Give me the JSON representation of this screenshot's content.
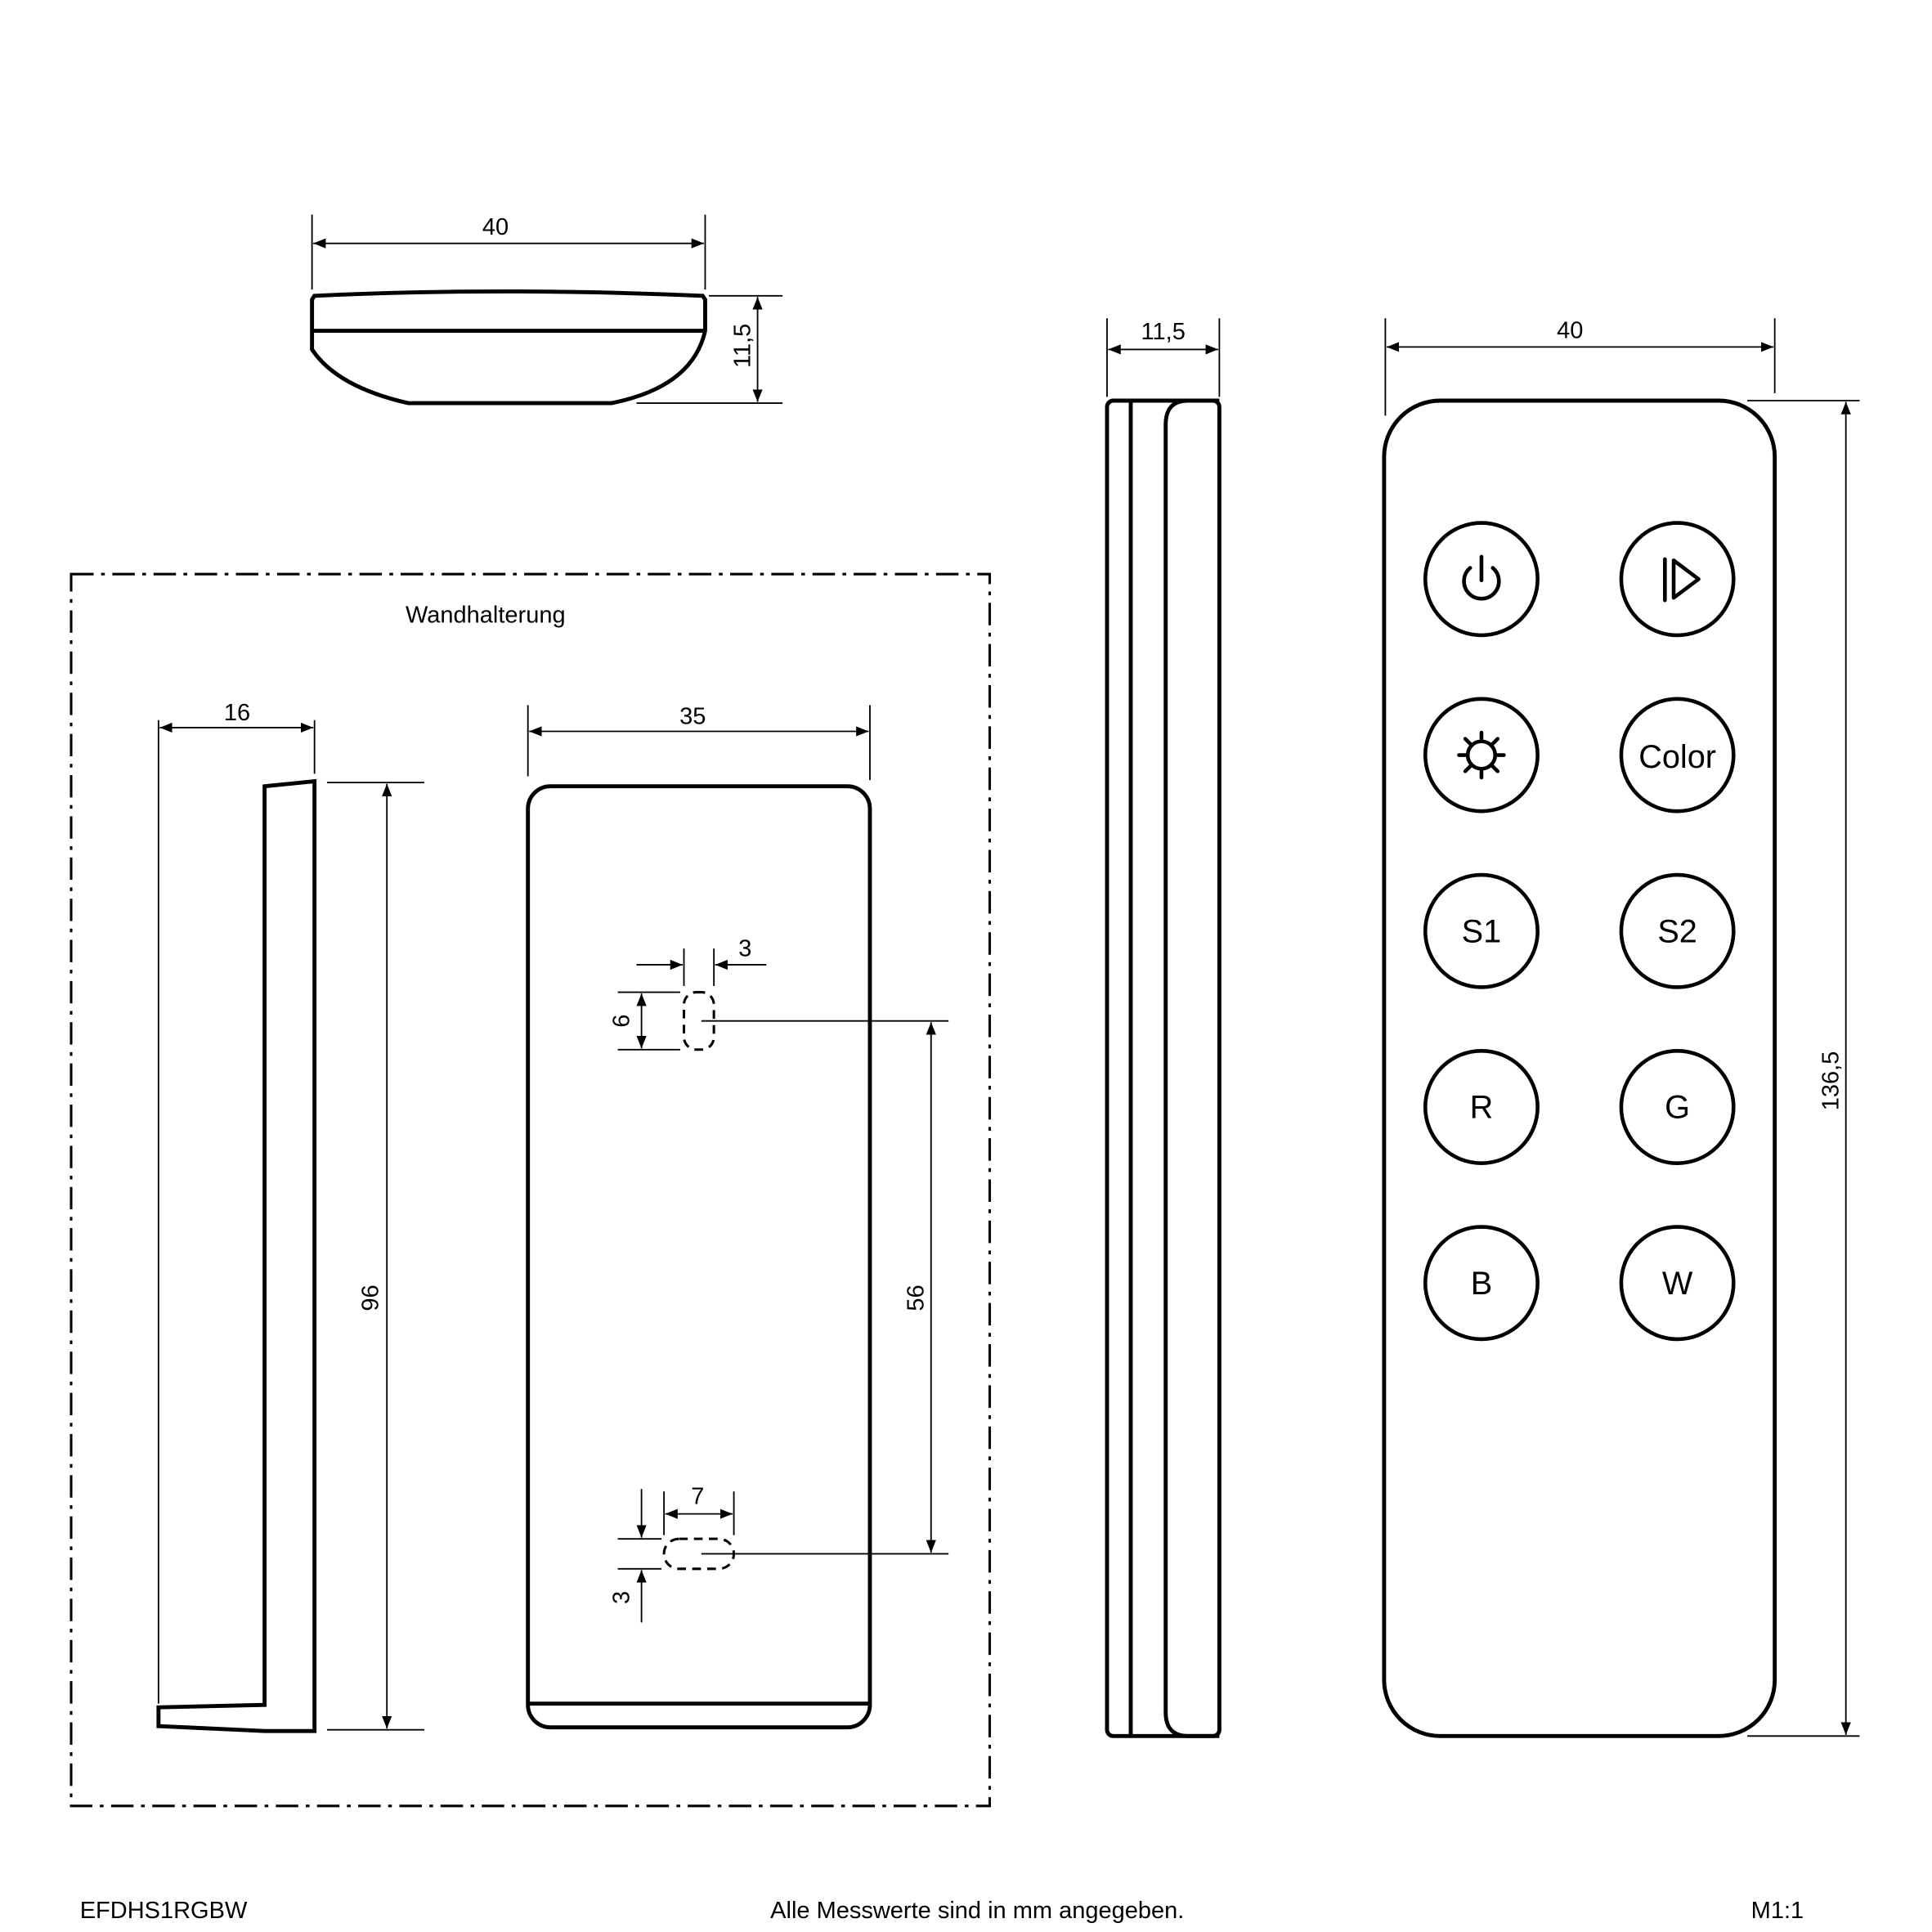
{
  "top_view": {
    "width_label": "40",
    "height_label": "11,5"
  },
  "wall_mount": {
    "title": "Wandhalterung",
    "side": {
      "depth_label": "16",
      "height_label": "96"
    },
    "front": {
      "width_label": "35",
      "hole_width_label": "3",
      "hole_height_label": "6",
      "hole_spacing_label": "56",
      "slot_width_label": "7",
      "slot_height_label": "3"
    }
  },
  "side_view": {
    "depth_label": "11,5"
  },
  "front_view": {
    "width_label": "40",
    "height_label": "136,5",
    "buttons": [
      {
        "icon": "power-icon",
        "label": ""
      },
      {
        "icon": "play-icon",
        "label": ""
      },
      {
        "icon": "brightness-icon",
        "label": ""
      },
      {
        "icon": "",
        "label": "Color"
      },
      {
        "icon": "",
        "label": "S1"
      },
      {
        "icon": "",
        "label": "S2"
      },
      {
        "icon": "",
        "label": "R"
      },
      {
        "icon": "",
        "label": "G"
      },
      {
        "icon": "",
        "label": "B"
      },
      {
        "icon": "",
        "label": "W"
      }
    ]
  },
  "footer": {
    "article": "EFDHS1RGBW",
    "note": "Alle Messwerte sind in mm angegeben.",
    "scale": "M1:1"
  }
}
